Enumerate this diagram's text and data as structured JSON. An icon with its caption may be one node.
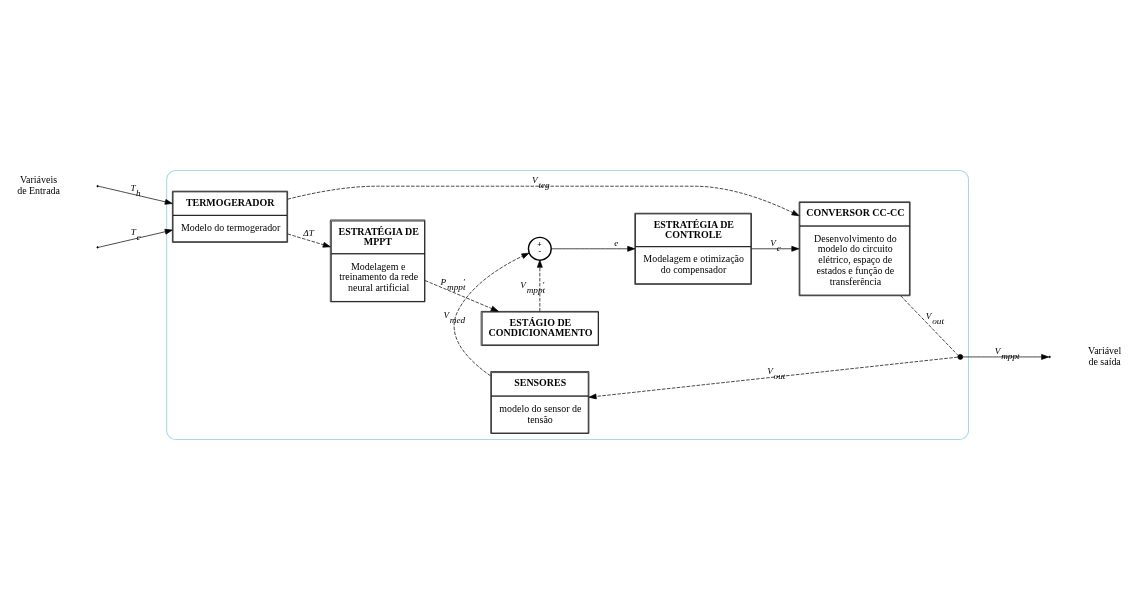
{
  "diagram": {
    "nodes": [
      {
        "text": [],
        "shape": "box"
      },
      {
        "text": [
          "ESTRATÉGIA DE MPPT",
          "Modelagem e treinamento da rede neural artificial"
        ],
        "in": 0
      },
      {
        "text": [
          "ESTÁGIO DE CONDICIONAMENTO"
        ],
        "in": 0
      },
      {
        "text": [
          "TERMOGERADOR",
          "Modelo do termogerador"
        ],
        "in": 0
      },
      {
        "text": [
          "+",
          "-"
        ],
        "in": 0
      },
      {
        "text": [
          "ESTRATÉGIA DE CONTROLE",
          "Modelagem e otimização do compensador"
        ],
        "in": 0
      },
      {
        "text": [
          "CONVERSOR CC-CC",
          "Desenvolvimento do modelo do circuito elétrico, espaço de estados e função de transferência"
        ],
        "in": 0
      },
      {
        "text": [
          "SENSORES",
          "modelo do sensor de tensão"
        ],
        "in": 0
      },
      {
        "text": [],
        "shape": "circle",
        "in": 0
      }
    ],
    "edges": [
      {
        "from": null,
        "to": 3,
        "arrow": "to",
        "label": "T$_{h}$"
      },
      {
        "from": null,
        "to": 3,
        "arrow": "to",
        "label": "T$_{c}$"
      },
      {
        "from": 3,
        "to": 1,
        "arrow": "to",
        "label": "ΔT",
        "style": "dashed"
      },
      {
        "from": 1,
        "to": 2,
        "arrow": "to",
        "label": "P$_{mppt}$'",
        "style": "dashed"
      },
      {
        "from": 2,
        "to": 4,
        "arrow": "to",
        "label": "V$_{mppt}$'",
        "style": "dashed"
      },
      {
        "from": 3,
        "to": 6,
        "arrow": "to",
        "label": "V$_{teg}$",
        "style": "dashed"
      },
      {
        "from": 4,
        "to": 5,
        "arrow": "to",
        "label": "e"
      },
      {
        "from": 5,
        "to": 6,
        "arrow": "to",
        "label": "V$_{c}$"
      },
      {
        "from": 6,
        "to": 8,
        "arrow": "none",
        "label": "V$_{out}$",
        "style": "dashed"
      },
      {
        "from": 8,
        "to": null,
        "arrow": "to",
        "label": "V$_{mppt}$"
      },
      {
        "from": 8,
        "to": 7,
        "arrow": "to",
        "label": "V$_{out}$",
        "style": "dashed"
      },
      {
        "from": 7,
        "to": 4,
        "arrow": "to",
        "label": "V$_{med}$",
        "style": "dashed"
      }
    ],
    "labels": [
      "Variáveis de Entrada",
      "Variável de saída"
    ]
  }
}
